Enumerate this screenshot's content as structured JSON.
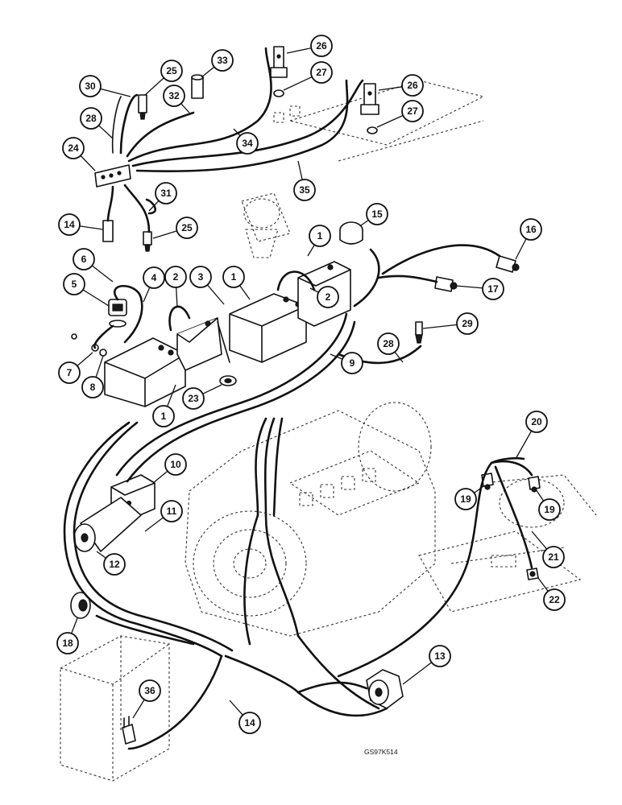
{
  "reference_code": "GS97K514",
  "callouts": [
    {
      "id": "c30",
      "label": "30"
    },
    {
      "id": "c25a",
      "label": "25"
    },
    {
      "id": "c33",
      "label": "33"
    },
    {
      "id": "c26a",
      "label": "26"
    },
    {
      "id": "c27a",
      "label": "27"
    },
    {
      "id": "c26b",
      "label": "26"
    },
    {
      "id": "c27b",
      "label": "27"
    },
    {
      "id": "c28a",
      "label": "28"
    },
    {
      "id": "c32",
      "label": "32"
    },
    {
      "id": "c34",
      "label": "34"
    },
    {
      "id": "c24",
      "label": "24"
    },
    {
      "id": "c35",
      "label": "35"
    },
    {
      "id": "c31",
      "label": "31"
    },
    {
      "id": "c14a",
      "label": "14"
    },
    {
      "id": "c25b",
      "label": "25"
    },
    {
      "id": "c15",
      "label": "15"
    },
    {
      "id": "c16",
      "label": "16"
    },
    {
      "id": "c6",
      "label": "6"
    },
    {
      "id": "c1a",
      "label": "1"
    },
    {
      "id": "c5",
      "label": "5"
    },
    {
      "id": "c4",
      "label": "4"
    },
    {
      "id": "c2a",
      "label": "2"
    },
    {
      "id": "c3",
      "label": "3"
    },
    {
      "id": "c1b",
      "label": "1"
    },
    {
      "id": "c2b",
      "label": "2"
    },
    {
      "id": "c17",
      "label": "17"
    },
    {
      "id": "c29",
      "label": "29"
    },
    {
      "id": "c28b",
      "label": "28"
    },
    {
      "id": "c7",
      "label": "7"
    },
    {
      "id": "c9",
      "label": "9"
    },
    {
      "id": "c8",
      "label": "8"
    },
    {
      "id": "c23",
      "label": "23"
    },
    {
      "id": "c1c",
      "label": "1"
    },
    {
      "id": "c20",
      "label": "20"
    },
    {
      "id": "c10",
      "label": "10"
    },
    {
      "id": "c19a",
      "label": "19"
    },
    {
      "id": "c19b",
      "label": "19"
    },
    {
      "id": "c11",
      "label": "11"
    },
    {
      "id": "c12",
      "label": "12"
    },
    {
      "id": "c21",
      "label": "21"
    },
    {
      "id": "c22",
      "label": "22"
    },
    {
      "id": "c18",
      "label": "18"
    },
    {
      "id": "c13",
      "label": "13"
    },
    {
      "id": "c36",
      "label": "36"
    },
    {
      "id": "c14b",
      "label": "14"
    }
  ]
}
